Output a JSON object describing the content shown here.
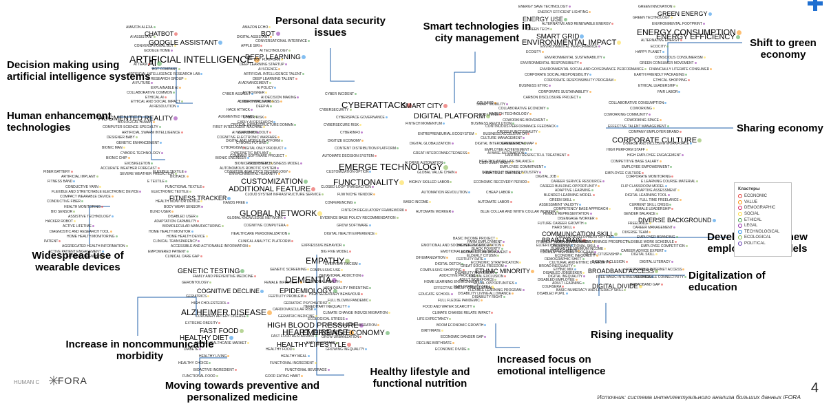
{
  "slide": {
    "page_number": "4",
    "source": "Источник: система интеллектуального анализа больших данных iFORA",
    "footer_left": "HUMAN C",
    "logo_text": "FORA",
    "accent_color": "#1f6fd0"
  },
  "legend": {
    "title": "Кластеры",
    "items": [
      {
        "label": "ECONOMIC",
        "color": "#e53935"
      },
      {
        "label": "VALUE",
        "color": "#fb8c00"
      },
      {
        "label": "DEMOGRAPHIC",
        "color": "#d81b60"
      },
      {
        "label": "SOCIAL",
        "color": "#fdd835"
      },
      {
        "label": "ETHICAL",
        "color": "#43a047"
      },
      {
        "label": "LEGAL",
        "color": "#8e24aa"
      },
      {
        "label": "TECHNOLOGICAL",
        "color": "#1e88e5"
      },
      {
        "label": "ECOLOGICAL",
        "color": "#7cb342"
      },
      {
        "label": "POLITICAL",
        "color": "#5e35b1"
      }
    ]
  },
  "trends": [
    "Decision making using artificial intelligence systems",
    "Human enhancement technologies",
    "Widespread use of wearable devices",
    "Increase in noncommunicable morbidity",
    "Moving towards preventive and personalized medicine",
    "Healthy lifestyle and functional nutrition",
    "Personal data security issues",
    "Smart technologies in city management",
    "Shift to green economy",
    "Sharing economy",
    "Development of new employment models",
    "Digitalization of education",
    "Rising inequality",
    "Increased focus on emotional intelligence"
  ],
  "keywords": {
    "ai": [
      "AMAZON ALEXA",
      "AMAZON ECHO",
      "CHATBOT",
      "BOT",
      "AI ASSISTANT",
      "DIGITAL ASSISTANT",
      "GOOGLE ASSISTANT",
      "CONVERSATIONAL INTERFACE",
      "CONVERSATIONAL BOT",
      "APPLE SIRI",
      "GOOGLE HOME",
      "AI TECHNOLOGY",
      "ARTIFICIAL INTELLIGENCE",
      "DEEP LEARNING",
      "AI",
      "BOT PLATFORM",
      "AI TEAM",
      "DEEP LEARNING STARTUP",
      "BOT COMPANY",
      "AI SCIENCE",
      "ARTIFICIAL INTELLIGENCE RESEARCH LAB",
      "ARTIFICIAL INTELLIGENCE TALENT",
      "AI RESEARCH GROUP",
      "DEEP LEARNING TALENT",
      "AI FUTURE",
      "AI ADVANCEMENT",
      "EXPLAINABLE AI",
      "AI POLICY",
      "COLLABORATIVE COMMON",
      "AI DESIGNER",
      "ETHICAL AI",
      "AI DECISION MAKING",
      "ETHICAL AND SOCIAL IMPACT",
      "ALGORITHMIC FAIRNESS",
      "AI RESOLUTION",
      "DEEP AI"
    ],
    "human": [
      "AUGMENTED REALITY",
      "AUGMENTED HUMAN",
      "BIOLOGICAL HUMAN",
      "EARLY AI RESEARCH",
      "COMPUTER SCIENCE SPECIALTY",
      "FIRST INTELLIGENT MACHINE",
      "ARTIFICIAL SWARM INTELLIGENCE",
      "AI WEAPONRY",
      "DESIGNER BABY",
      "COGNITIVE ELECTRONIC WARFARE",
      "GENETIC ENHANCEMENT",
      "CYBORG FUTURE",
      "BIONIC MAN",
      "CYBORGISM",
      "CYBORG TECHNOLOGY",
      "CYBERNETIC IMPLANT",
      "BIONIC CHIP",
      "BIONIC ENGINEER",
      "EXOSKELETON",
      "BIONIC PROSTHETIC",
      "ACCURATE WEATHER FORECAST",
      "AUTONOMOUS ROBOTIC SYSTEM",
      "SEVERE WEATHER PREDICTION",
      "ENVIRONMENTAL HUMANITY"
    ],
    "wear": [
      "FIBER BATTERY",
      "FLEXIBLE TEXTILE",
      "ARTIFICIAL IMPLANT",
      "BIOHACK",
      "FITNESS BAND",
      "E TEXTILE",
      "CONDUCTIVE YARN",
      "FUNCTIONAL TEXTILE",
      "FLEXIBLE AND STRETCHABLE ELECTRONIC DEVICE",
      "ELECTRONIC TEXTILE",
      "COMPACT WEARABLE DEVICE",
      "FITNESS TRACKER",
      "CONDUCTIVE FIBER",
      "HEALTH MONITOR DEVICE",
      "HEALTH MONITORING",
      "BODY WEAR SENSOR",
      "BIO SENSOR",
      "BLIND USER",
      "ASSISTIVE TECHNOLOGY",
      "DISABLED USER",
      "HACKER ROBOT",
      "ADAPTATION CAPABILITY",
      "ACTIVE LIFETIME",
      "BIOMOLECULAR MANUFACTURING",
      "DIAGNOSTIC AND RESEARCH TOOL",
      "HOME HEALTH MONITOR",
      "HOME HEALTH MONITORING",
      "HOME HEALTH DEVICE",
      "PATIENT",
      "CLINICAL TRANSPARENCY",
      "AGGREGATED HEALTH INFORMATION",
      "ACCESSIBLE AND ACTIONABLE INFORMATION",
      "ACTIVE PATIENT ENGAGEMENT",
      "EMPOWERED PATIENT",
      "GENETIC DIAGNOSIS",
      "CLINICAL CARE GAP"
    ],
    "morbidity": [
      "GENETIC TESTING",
      "GENETIC SCREENING",
      "FAMILY AND PREVENTIVE MEDICINE",
      "DEMENTIA",
      "GERONTOLOGY",
      "FEMALE INFERTILITY",
      "COGNITIVE DECLINE",
      "EPIDEMIOLOGY",
      "GERIATRICS",
      "FERTILITY PROBLEM",
      "HIGH CHOLESTEROL",
      "GERIATRIC PSYCHIATRIST",
      "ALZHEIMER DISEASE",
      "CARDIOVASCULAR RISK",
      "CORONARY ARTERY DISEASE",
      "GERIATRIC MEDICINE",
      "EXTREME OBESITY",
      "HIGH BLOOD PRESSURE",
      "FAST FOOD",
      "HEART DISEASE",
      "HEALTHY DIET",
      "FAST FOOD RESTAURANT",
      "ANIMAL HEALTHCARE MARKET",
      "HEALTHY LIFESTYLE",
      "DIABETE",
      "HEALTHY FOOD",
      "HEALTHY LIVING",
      "HEALTHY MEAL",
      "HEALTHY CHOICE",
      "FUNCTIONAL INGREDIENT",
      "BIOACTIVE INGREDIENT",
      "FUNCTIONAL BEVERAGE",
      "FUNCTIONAL FOOD",
      "GOOD EATING HABIT"
    ],
    "security": [
      "CYBER ASSAULT",
      "CYBER INCIDENT",
      "CYBER INTRUSION",
      "CYBERATTACK",
      "HACK ATTACK",
      "CYBERSECURITY",
      "CYBER RISK",
      "CYBERSPACE GOVERNANCE",
      "CRITICAL INFRASTRUCTURE DOMAIN",
      "CYBERSECURE RISK",
      "CLOUD BUILDOUT",
      "CYBERINFO",
      "DIGITAL AND MOBILE PLATFORM",
      "DIGITIZE ECONOMY",
      "DIGITAL ONLY PRODUCT",
      "CONTENT DISTRIBUTION PLATFORM",
      "COMPANY SOFTWARE PROJECT",
      "AUTOMATE DECISION SYSTEM",
      "ECOSYSTEM BUSINESS MODEL",
      "EMERGE TECHNOLOGY",
      "COGNITIVE ANALYTICS TECHNOLOGY",
      "CUSTOMIZATION OPTION",
      "CUSTOMIZATION",
      "FUNCTIONALITY",
      "ADDITIONAL FEATURE",
      "CLOSED LOOP TRANSACTION",
      "CLOUD SYSTEM INFRASTRUCTURE SERVICE",
      "FUW NICHE VENDOR",
      "HANDS FREE",
      "CONFERENCING",
      "GLOBAL NETWORK",
      "FINTECH REGULATORY FRAMEWORK",
      "GLOBAL KNOWLEDGE NETWORK",
      "EVIDENCE BASE POLICY RECOMMENDATION",
      "COGNITIVE COMPUTERA",
      "GROW SOFTWARE",
      "HEALTHCARE PERSONALIZATION",
      "DIGITAL HEALTH EXPERIENCE",
      "CLINICAL ANALYTIC PLATFORM"
    ],
    "city": [
      "SMART CITY",
      "SMART MOBILITY",
      "DIGITAL PLATFORM",
      "FINTECH TECHNOLOGY",
      "FINTECH MOMENTUM",
      "BUSINESS REVOLUTION",
      "ENTREPRENEURIAL ECOSYSTEM",
      "BUSINESS ACCELERATOR",
      "DIGITAL GLOBALIZATION",
      "DIGITAL INTERDEPENDENCY",
      "GREAT INTERCONNECTEDNESS",
      "AI BASE AUTOMATION",
      "AI DRIVE AUTOMATION",
      "CUSTOMER HABIT",
      "GLOBAL VALUE CHAIN",
      "DOMESTIC IT SERVICE INDUSTRY",
      "HIGHLY SKILLED LABOR",
      "ECONOMIC RECOVERY PERIOD",
      "AUTOMATION REVOLUTION",
      "CHEAP LABOR",
      "BASIC INCOME",
      "AUTOMATE LABOR",
      "AUTOMATE WORKER",
      "BLUE COLLAR AND WHITE COLLAR WORKER"
    ],
    "emotional": [
      "EXPRESSIVE BEHAVIOR",
      "EMOTIONAL AND SOCIAL INTELLIGENCE",
      "BIG FIVE MODEL",
      "EMOTIONALLY HEALTHY PEOPLE",
      "EMPATHY",
      "DIHUMANIZATION",
      "EVERYDAY RACISM",
      "DIGITAL DETOX",
      "COMPULSIVE USE",
      "COMPULSIVE SHOPPING",
      "BEHAVIORAL ADDICTION",
      "ADDICTIVE PROCESS",
      "EMOTIONAL HEALTH",
      "HOME LEARNING ENVIRONMENT",
      "HIGH QUALITY PARENTING",
      "EFFECTIVE OBESITY PREVENTION",
      "HIGH SEDENTARY BEHAVIOUR",
      "EDUCATE SCHOOL",
      "FULL BLOWN PANDEMIC",
      "FULL FLEDGE PANDEMIC",
      "HEREDITARY INEQUALITY",
      "FOOD AND WATER SCARCITY",
      "CLIMATE CHANGE INDUCE MIGRATION",
      "CLIMATE CHANGE RELATE IMPACT",
      "ECOLOGICAL STRESS",
      "LIFE EXPECTANCY",
      "ENVIRONMENTAL MIGRATION",
      "BOOM ECONOMIC GROWTH",
      "EMERGING ECONOMY",
      "BIRTHRATE",
      "GROW URBANIZATION",
      "ECONOMIC DANGER GAP",
      "BABY SHORTAGE",
      "DECLINE BIRTHRATE",
      "GROWING INEQUALITY",
      "ECONOMIC DIVIDE"
    ],
    "inequality": [
      "BASIC INCOME PROJECT",
      "BRAIN DRAIN",
      "FARM EMPLOYMENT",
      "EMPLOYMENT AND EARNINGS PROSPECT",
      "HIGHER PAY OCCUPATION",
      "ELDERLY RESIDENT",
      "BLACK POVERTY",
      "GUARANTEE MINIMUM INCOME",
      "BROAD SOCIAL MOVEMENT",
      "CURRENT WELFARE PROGRAM",
      "ELDERLY CITIZEN",
      "ECONOMIC INEQUALITY",
      "FERTILITY RATE",
      "DEMOGRAPHIC SHIFT",
      "ECONOMIC STRATIFICATION",
      "CULTURAL AND ETHNIC DIVERSITY",
      "GREAT SOCIAL FREEDOM",
      "BROAD INEQUALITY",
      "ETHNIC MINORITY",
      "ETHNIC MIX",
      "DISABILITY MOVEMENT",
      "DISABLED JOBSEEKER",
      "DIGITAL EXCLUSION",
      "DIGITAL INEQUALITY",
      "ADULT WORKFORCE",
      "DISABLED EMPLOYEE",
      "EQUAL OPPORTUNITIES",
      "ADULT LEARNING",
      "EMPLOYABILITY SKILL",
      "COURSERA",
      "FLEXIBLE LEARNING PROGRAM",
      "BASIC NUMERACY AND LITERACY SKILL",
      "DISABILITY LIVING ALLOWANCE",
      "DISABLED PUPIL",
      "DISABILITY RIGHT"
    ],
    "education": [
      "DIGITAL CITIZENSHIP",
      "DIGITAL SKILL",
      "DIGITAL INCLUSION",
      "DIGITAL LITERACY",
      "BROADBAND ACCESS",
      "AFFORDABLE INTERNET ACCESS",
      "FREE BASIC INTERNET SERVICE",
      "AFFORDABLE CONNECTIVITY",
      "DIGITAL DIVIDE",
      "BROADBAND GAP"
    ],
    "employment": [
      "DIGITAL JOB",
      "CORPORATE MONITORING",
      "CAREER SERVICE RESOURCE",
      "E LEARNING COURSE MATERIAL",
      "CAREER BUILDING OPPORTUNITY",
      "FLIP CLASSROOM MODEL",
      "ADAPTIVE LEARNING",
      "ADAPTIVE ASSESSMENT",
      "BLENDED LEARNING MODEL",
      "DIGITAL LEARNING TOOL",
      "GREEN SKILL",
      "FULL TIME FREELANCE",
      "ASSESSMENT VALIDITY",
      "CURRENT SKILL CRISIS",
      "COMPETENCY BASE APPROACH",
      "FEMALE LEADERSHIP",
      "FEMALE REPRESENTATION",
      "GENDER BALANCE",
      "DISENGAGE WORKER",
      "DIVERSE BACKGROUND",
      "FUTURE CAREER GROWTH",
      "FREELANCE",
      "HARD SKILL",
      "CAREER MANAGEMENT",
      "COMMUNICATION SKILL",
      "DIVERSE TEAM",
      "CAREER DEVELOPMENT OPTION",
      "EMPLOYER BRANDING",
      "FRIENDLY WORK ENVIRONMENT",
      "FLEXIBLE WORK SCHEDULE",
      "CROSS FUNCTIONAL SKILL",
      "EMPLOYEE COMPETITION",
      "EMPLOYEES CAREER",
      "CAREER ADVICE EXPERT"
    ],
    "sharing": [
      "COLIVING",
      "COLLABORATIVE CONSUMPTION",
      "COLLABORATIVE ECONOMY",
      "COWORKING",
      "CO LIVING",
      "COWORKING COMMUNITY",
      "COWORKING MOVEMENT",
      "COWORKING SPACE",
      "CONTINUOUS PERFORMANCE FEEDBACK",
      "EFFECTIVE TALENT MANAGEMENT",
      "CROSS FUNCTIONALITY",
      "COMPANY EMPLOYER BRAND",
      "CULTURE MANAGEMENT",
      "CORPORATE CULTURE",
      "CAREER ROADMAP",
      "DIVERSE AND INCLUSIVE WORKFORCE",
      "EMPLOYEE ACHIEVEMENT",
      "HIGH PERFORM STAFF",
      "FAIR AND RESPECTFUL TREATMENT",
      "HIGH EMPLOYEE ENGAGEMENT",
      "HEALTHY WORK LIFE BALANCE",
      "COMPETITIVE BASE SALARY",
      "EMPLOYEE COMMITMENT",
      "EMPLOYEE EMPOWERMENT",
      "HIGH TRUST CULTURE",
      "EMPLOYEE CULTURE"
    ],
    "green": [
      "ENERGY SAVE TECHNOLOGY",
      "GREEN INNOVATION",
      "ENERGY EFFICIENT LIGHTING",
      "GREEN ENERGY",
      "ENERGY USE",
      "GREEN TECHNOLOGY",
      "ALTERNATIVE AND RENEWABLE ENERGY",
      "ENVIRONMENTAL FOOTPRINT",
      "GREEN TECH",
      "ENERGY CONSUMPTION",
      "SMART GRID",
      "ENERGY EFFICIENCY",
      "ENVIRONMENTAL IMPACT",
      "ALTERNATIVE ENERGY",
      "ENVIRONMENTAL PERFORMANCE",
      "ECOCITY",
      "ECOSITY",
      "HAPPY PLANET",
      "ENVIRONMENTAL SUSTAINABILITY",
      "CONSCIOUS CONSUMERISM",
      "ENVIRONMENTAL RESPONSIBILITY",
      "GREEN CONSUMER MOVEMENT",
      "ENVIRONMENTAL SOCIAL AND GOVERNANCE PERFORMANCE",
      "FINANCIALLY LITERATE CONSUMER",
      "CORPORATE SOCIAL RESPONSIBILITY",
      "EARTH FRIENDLY PACKAGING",
      "CORPORATE RESPONSIBILITY PROGRAM",
      "ETHICAL SHOPPING",
      "BUSINESS ETHIC",
      "ETHICAL LEADERSHIP",
      "CORPORATE SUSTAINABILITY",
      "FAIR LABOR",
      "CARBON DISCLOSURE PROJECT"
    ]
  }
}
